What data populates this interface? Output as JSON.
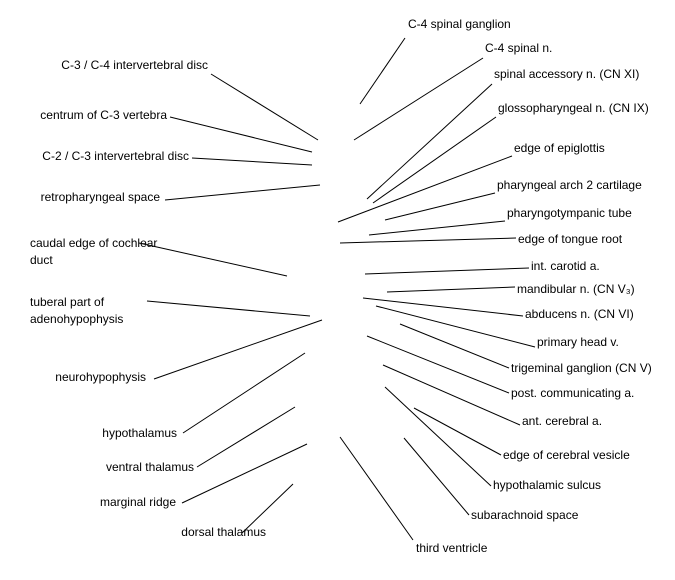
{
  "diagram": {
    "labels": [
      {
        "id": "c4-spinal-ganglion",
        "text": "C-4 spinal ganglion"
      },
      {
        "id": "c4-spinal-n",
        "text": "C-4 spinal n."
      },
      {
        "id": "spinal-accessory-n",
        "text": "spinal accessory n. (CN XI)"
      },
      {
        "id": "glossopharyngeal-n",
        "text": "glossopharyngeal n. (CN IX)"
      },
      {
        "id": "edge-of-epiglottis",
        "text": "edge of epiglottis"
      },
      {
        "id": "pharyngeal-arch-2-cartilage",
        "text": "pharyngeal arch 2 cartilage"
      },
      {
        "id": "pharyngotympanic-tube",
        "text": "pharyngotympanic tube"
      },
      {
        "id": "edge-of-tongue-root",
        "text": "edge of tongue root"
      },
      {
        "id": "int-carotid-a",
        "text": "int. carotid a."
      },
      {
        "id": "mandibular-n",
        "text": "mandibular n. (CN V₃)"
      },
      {
        "id": "abducens-n",
        "text": "abducens n. (CN VI)"
      },
      {
        "id": "primary-head-v",
        "text": "primary head v."
      },
      {
        "id": "trigeminal-ganglion",
        "text": "trigeminal ganglion (CN V)"
      },
      {
        "id": "post-communicating-a",
        "text": "post. communicating a."
      },
      {
        "id": "ant-cerebral-a",
        "text": "ant. cerebral a."
      },
      {
        "id": "edge-of-cerebral-vesicle",
        "text": "edge of cerebral vesicle"
      },
      {
        "id": "hypothalamic-sulcus",
        "text": "hypothalamic sulcus"
      },
      {
        "id": "subarachnoid-space",
        "text": "subarachnoid space"
      },
      {
        "id": "third-ventricle",
        "text": "third ventricle"
      },
      {
        "id": "c3-c4-intervertebral-disc",
        "text": "C-3 / C-4 intervertebral disc"
      },
      {
        "id": "centrum-of-c3-vertebra",
        "text": "centrum of C-3 vertebra"
      },
      {
        "id": "c2-c3-intervertebral-disc",
        "text": "C-2 / C-3 intervertebral disc"
      },
      {
        "id": "retropharyngeal-space",
        "text": "retropharyngeal space"
      },
      {
        "id": "caudal-edge-of-cochlear-duct",
        "text": "caudal edge of cochlear duct"
      },
      {
        "id": "tuberal-part-of-adenohypophysis",
        "text": "tuberal part of adenohypophysis"
      },
      {
        "id": "neurohypophysis",
        "text": "neurohypophysis"
      },
      {
        "id": "hypothalamus",
        "text": "hypothalamus"
      },
      {
        "id": "ventral-thalamus",
        "text": "ventral thalamus"
      },
      {
        "id": "marginal-ridge",
        "text": "marginal ridge"
      },
      {
        "id": "dorsal-thalamus",
        "text": "dorsal thalamus"
      }
    ]
  }
}
